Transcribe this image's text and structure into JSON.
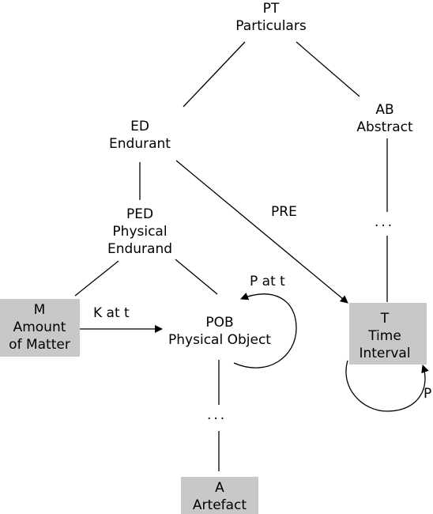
{
  "nodes": {
    "pt": {
      "abbr": "PT",
      "name": "Particulars"
    },
    "ab": {
      "abbr": "AB",
      "name": "Abstract"
    },
    "ed": {
      "abbr": "ED",
      "name": "Endurant"
    },
    "ped": {
      "abbr": "PED",
      "name1": "Physical",
      "name2": "Endurand"
    },
    "m": {
      "abbr": "M",
      "name1": "Amount",
      "name2": "of Matter"
    },
    "pob": {
      "abbr": "POB",
      "name": "Physical Object"
    },
    "t": {
      "abbr": "T",
      "name1": "Time",
      "name2": "Interval"
    },
    "a": {
      "abbr": "A",
      "name": "Artefact"
    }
  },
  "edges": {
    "pre": "PRE",
    "k_at_t": "K at t",
    "p_at_t": "P at t",
    "p": "P"
  },
  "ellipsis": {
    "right": "...",
    "bottom": "..."
  }
}
